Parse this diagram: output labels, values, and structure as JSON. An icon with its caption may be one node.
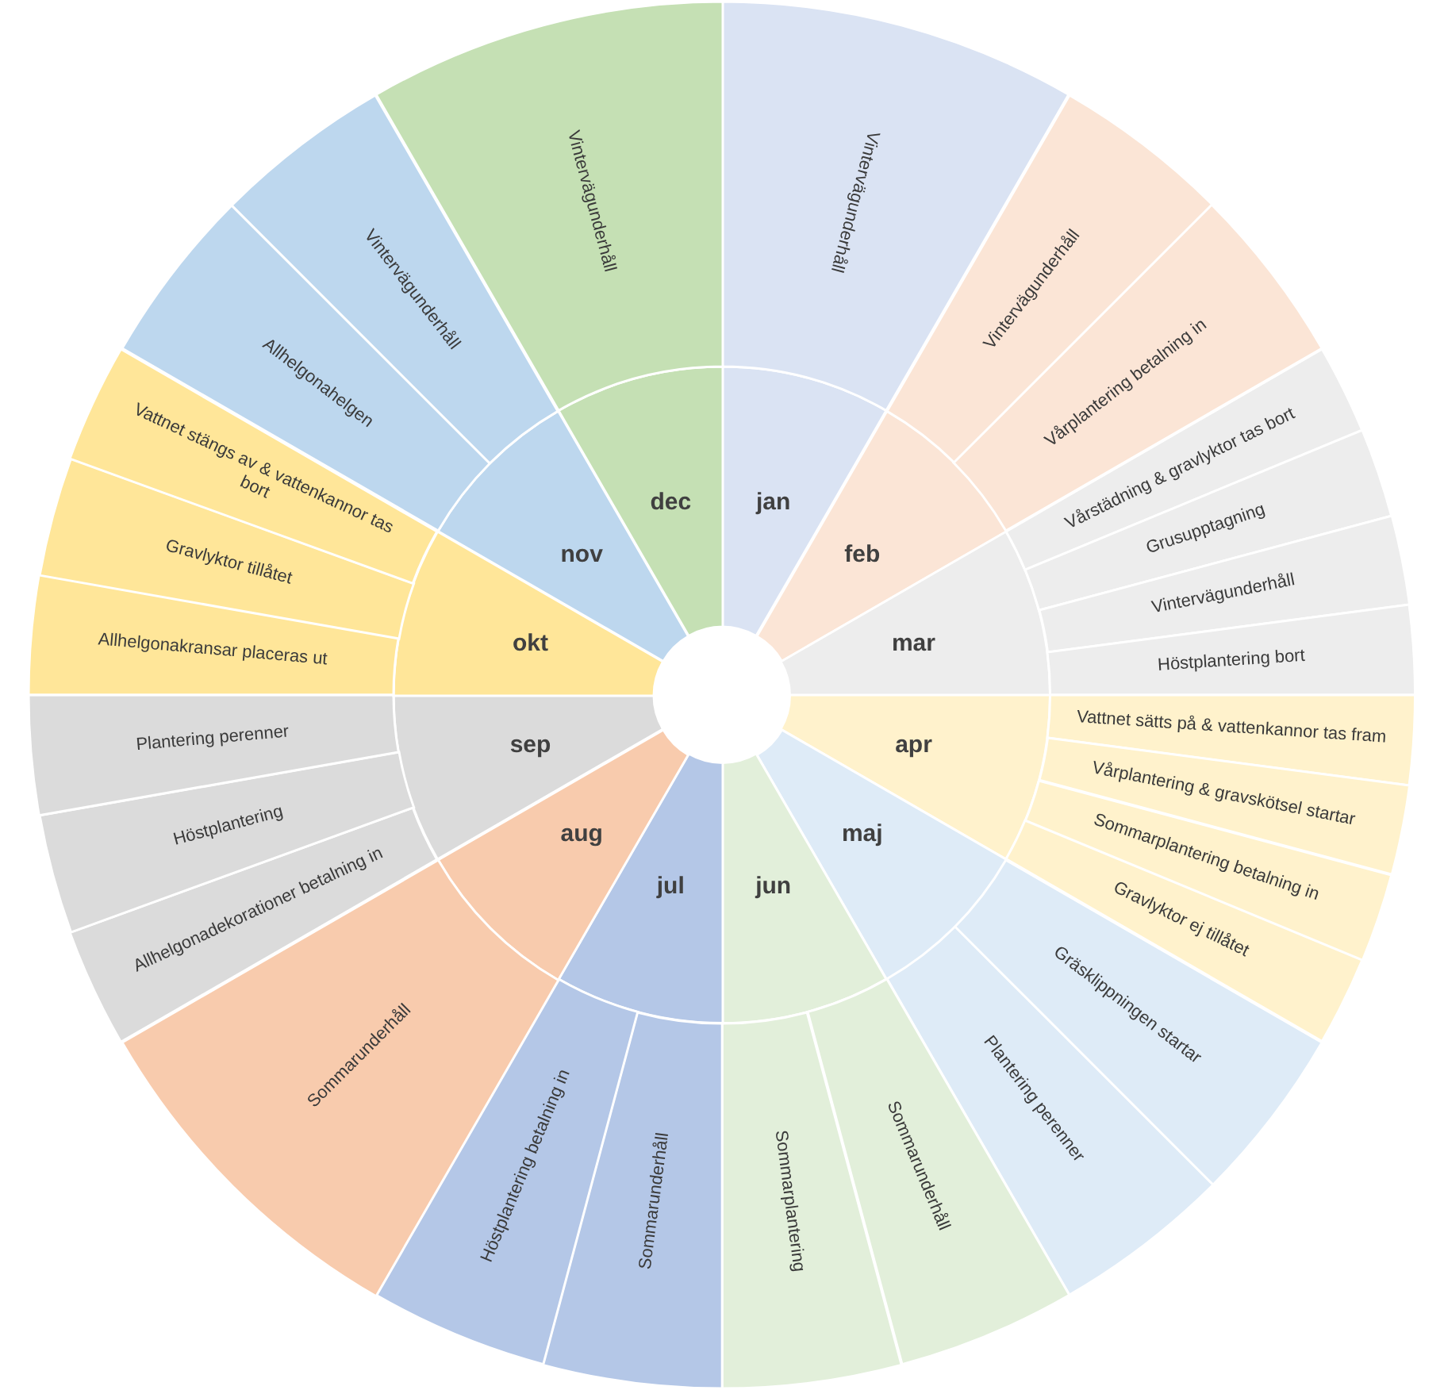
{
  "diagram": {
    "nodes": [
      {
        "text": [
          "jan"
        ]
      },
      {
        "text": [
          "Vintervägunderhåll"
        ]
      },
      {
        "text": [
          "feb"
        ]
      },
      {
        "text": [
          "Vintervägunderhåll"
        ]
      },
      {
        "text": [
          "Vårplantering betalning in"
        ]
      },
      {
        "text": [
          "mar"
        ]
      },
      {
        "text": [
          "Vårstädning & gravlyktor tas bort"
        ]
      },
      {
        "text": [
          "Grusupptagning"
        ]
      },
      {
        "text": [
          "Vintervägunderhåll"
        ]
      },
      {
        "text": [
          "Höstplantering bort"
        ]
      },
      {
        "text": [
          "apr"
        ]
      },
      {
        "text": [
          "Vattnet sätts på & vattenkannor tas fram"
        ]
      },
      {
        "text": [
          "Vårplantering & gravskötsel startar"
        ]
      },
      {
        "text": [
          "Sommarplantering betalning in"
        ]
      },
      {
        "text": [
          "Gravlyktor ej tillåtet"
        ]
      },
      {
        "text": [
          "maj"
        ]
      },
      {
        "text": [
          "Gräsklippningen startar"
        ]
      },
      {
        "text": [
          "Plantering perenner"
        ]
      },
      {
        "text": [
          "jun"
        ]
      },
      {
        "text": [
          "Sommarunderhåll"
        ]
      },
      {
        "text": [
          "Sommarplantering"
        ]
      },
      {
        "text": [
          "jul"
        ]
      },
      {
        "text": [
          "Sommarunderhåll"
        ]
      },
      {
        "text": [
          "Höstplantering betalning in"
        ]
      },
      {
        "text": [
          "aug"
        ]
      },
      {
        "text": [
          "Sommarunderhåll"
        ]
      },
      {
        "text": [
          "sep"
        ]
      },
      {
        "text": [
          "Allhelgonadekorationer betalning in"
        ]
      },
      {
        "text": [
          "Höstplantering"
        ]
      },
      {
        "text": [
          "Plantering perenner"
        ]
      },
      {
        "text": [
          "okt"
        ]
      },
      {
        "text": [
          "Allhelgonakransar placeras ut"
        ]
      },
      {
        "text": [
          "Gravlyktor tillåtet"
        ]
      },
      {
        "text": [
          "Vattnet stängs av & vattenkannor tas bort"
        ]
      },
      {
        "text": [
          "nov"
        ]
      },
      {
        "text": [
          "Allhelgonahelgen"
        ]
      },
      {
        "text": [
          "Vintervägunderhåll"
        ]
      },
      {
        "text": [
          "dec"
        ]
      },
      {
        "text": [
          "Vintervägunderhåll"
        ]
      }
    ]
  }
}
